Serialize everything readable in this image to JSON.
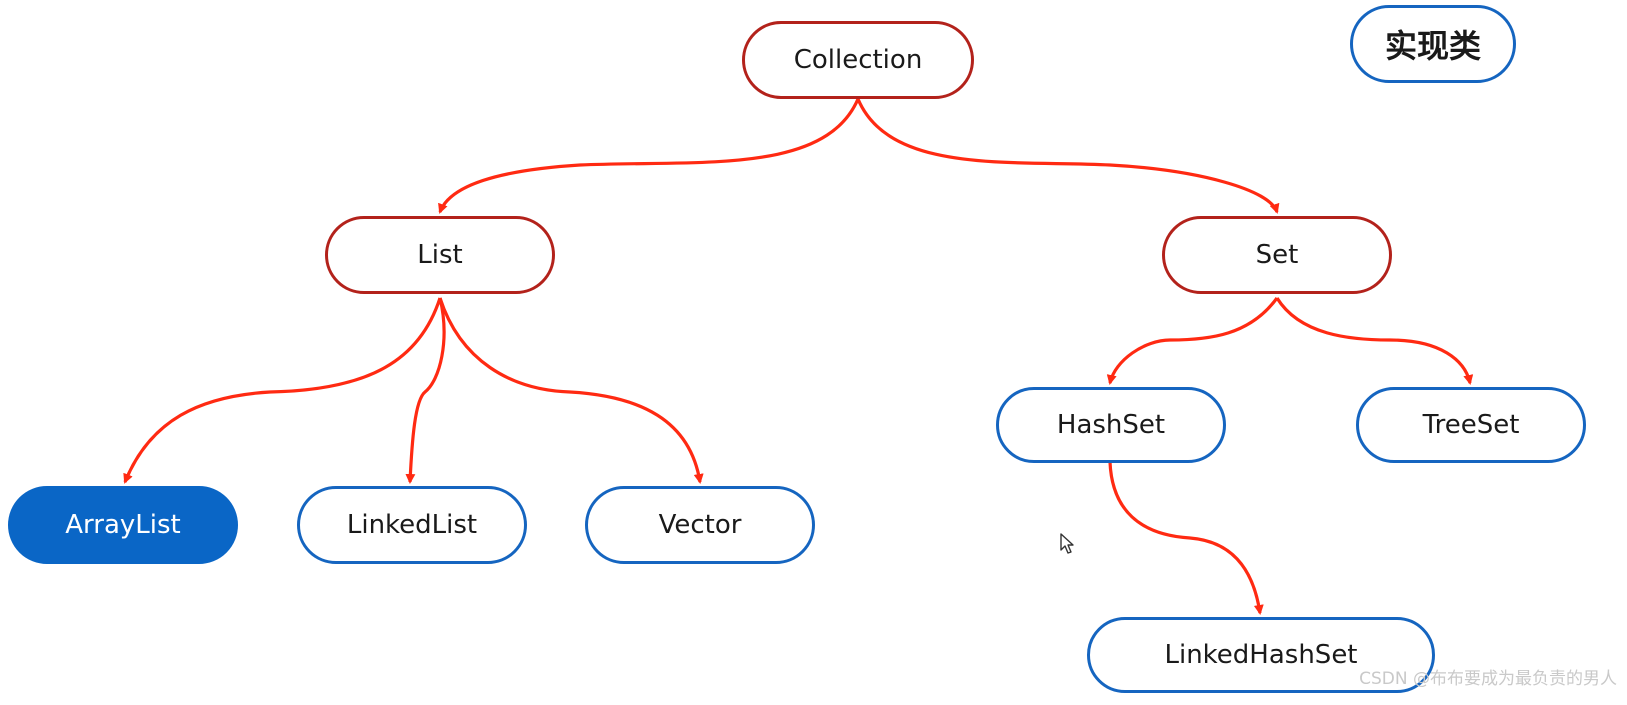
{
  "legend": {
    "label": "实现类"
  },
  "nodes": {
    "collection": {
      "label": "Collection"
    },
    "list": {
      "label": "List"
    },
    "set": {
      "label": "Set"
    },
    "arraylist": {
      "label": "ArrayList"
    },
    "linkedlist": {
      "label": "LinkedList"
    },
    "vector": {
      "label": "Vector"
    },
    "hashset": {
      "label": "HashSet"
    },
    "treeset": {
      "label": "TreeSet"
    },
    "linkedhashset": {
      "label": "LinkedHashSet"
    }
  },
  "edges": [
    {
      "from": "Collection",
      "to": "List"
    },
    {
      "from": "Collection",
      "to": "Set"
    },
    {
      "from": "List",
      "to": "ArrayList"
    },
    {
      "from": "List",
      "to": "LinkedList"
    },
    {
      "from": "List",
      "to": "Vector"
    },
    {
      "from": "Set",
      "to": "HashSet"
    },
    {
      "from": "Set",
      "to": "TreeSet"
    },
    {
      "from": "HashSet",
      "to": "LinkedHashSet"
    }
  ],
  "colors": {
    "interface_border": "#b3221b",
    "impl_border": "#1565c0",
    "selected_fill": "#0a66c6",
    "edge": "#ff2a12"
  },
  "selected": "ArrayList",
  "cursor_icon": "mouse-pointer-icon",
  "watermark": "CSDN @布布要成为最负责的男人"
}
